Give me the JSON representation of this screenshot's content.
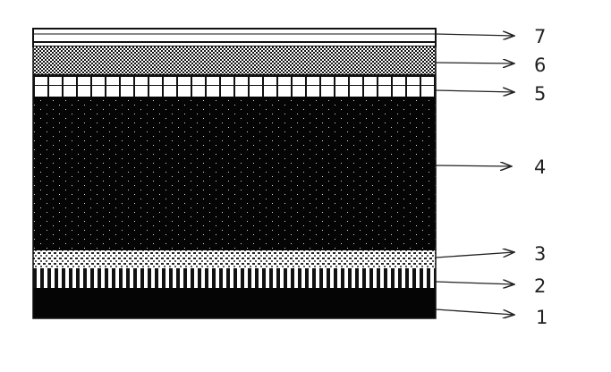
{
  "diagram": {
    "layers": [
      {
        "label": "7"
      },
      {
        "label": "6"
      },
      {
        "label": "5"
      },
      {
        "label": "4"
      },
      {
        "label": "3"
      },
      {
        "label": "2"
      },
      {
        "label": "1"
      }
    ]
  }
}
